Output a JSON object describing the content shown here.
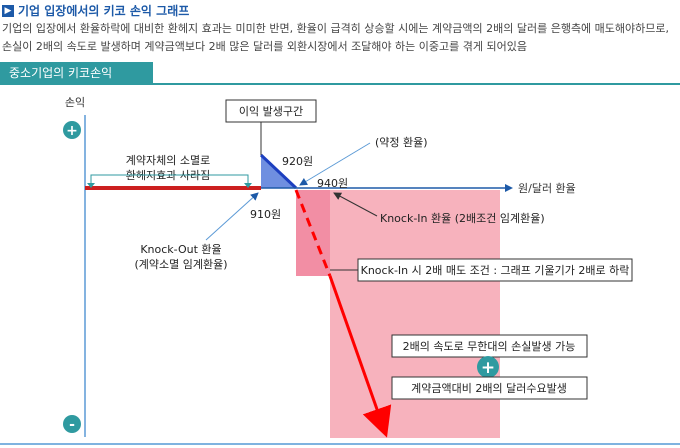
{
  "header": {
    "title_icon": "▶",
    "title": "기업 입장에서의 키코 손익 그래프",
    "description": "기업의 입장에서 환율하락에 대비한 환헤지 효과는 미미한 반면, 환율이 급격히 상승할 시에는 계약금액의 2배의 달러를 은행측에 매도해야하므로,  손실이 2배의 속도로 발생하며 계약금액보다 2배 많은 달러를 외환시장에서 조달해야 하는 이중고를 겪게 되어있음"
  },
  "tab": {
    "label": "중소기업의 키코손익"
  },
  "diagram": {
    "y_axis_label": "손익",
    "x_axis_label": "원/달러 환율",
    "plus_symbol": "+",
    "minus_symbol": "-",
    "profit_zone_label": "이익 발생구간",
    "rate_920": "920원",
    "rate_940": "940원",
    "rate_910": "910원",
    "agreed_rate_label": "(약정 환율)",
    "extinction_note_line1": "계약자체의 소멸로",
    "extinction_note_line2": "환헤지효과 사라짐",
    "knock_out_line1": "Knock-Out 환율",
    "knock_out_line2": "(계약소멸 임계환율)",
    "knock_in_label": "Knock-In 환율 (2배조건 임계환율)",
    "knock_in_condition": "Knock-In 시 2배 매도 조건 : 그래프 기울기가 2배로 하락",
    "loss_speed_label": "2배의 속도로 무한대의 손실발생 가능",
    "combine_symbol": "+",
    "dollar_demand_label": "계약금액대비 2배의 달러수요발생",
    "colors": {
      "blue": "#1d5aa8",
      "teal": "#2f9aa0",
      "red_line": "#cc1f1f",
      "pink_zone": "#f5a9b8",
      "blue_zone": "#6f8fe0"
    }
  }
}
